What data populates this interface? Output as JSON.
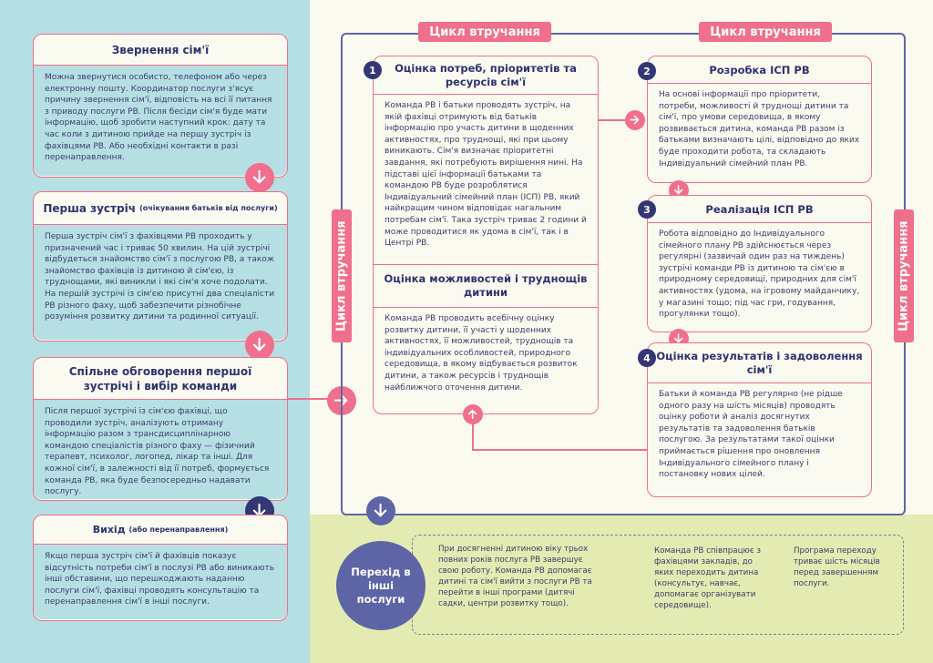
{
  "colors": {
    "pink": "#ef6f8d",
    "navy": "#333775",
    "blue": "#5e65a6",
    "cyan": "#b6dfe3",
    "lime": "#e3ebb2"
  },
  "left": {
    "card1": {
      "title": "Звернення сім'ї",
      "body": "Можна звернутися особисто, телефоном або через електронну пошту. Координатор послуги з'ясує причину звернення сім'ї, відповість на всі її питання з приводу послуги РВ. Після бесіди сім'я буде мати інформацію, щоб зробити наступний крок: дату та час коли з дитиною прийде на першу зустріч із фахівцями РВ. Або необхідні контакти в разі перенаправлення."
    },
    "card2": {
      "title": "Перша зустріч",
      "subtitle": "(очікування батьків від послуги)",
      "body": "Перша зустріч сім'ї з фахівцями РВ проходить у призначений час і триває 50 хвилин. На цій зустрічі відбудеться знайомство сім'ї з послугою РВ, а також знайомство фахівців із дитиною й сім'єю, із труднощами, які виникли і які сім'я хоче подолати. На першій зустрічі із сім'єю присутні два спеціалісти РВ різного фаху, щоб забезпечити різнобічне розуміння розвитку дитини та родинної ситуації."
    },
    "card3": {
      "title": "Спільне обговорення першої зустрічі і вибір команди",
      "body": "Після першої зустрічі із сім'єю фахівці, що проводили зустріч, аналізують отриману інформацію разом з трансдисциплінарною командою спеціалістів різного фаху — фізичний терапевт, психолог, логопед, лікар та інші. Для кожної сім'ї, в залежності від її потреб, формується команда РВ, яка буде безпосередньо надавати послугу."
    },
    "card4": {
      "title": "Вихід",
      "subtitle": "(або перенаправлення)",
      "body": "Якщо перша зустріч сім'ї й фахівців показує відсутність потреби сім'ї в послузі РВ або виникають інші обставини, що перешкоджають наданню послуги сім'ї, фахівці проводять консультацію та перенаправлення сім'ї в інші послуги."
    }
  },
  "tags": {
    "top_left": "Цикл втручання",
    "top_right": "Цикл втручання",
    "side_left": "Цикл втручання",
    "side_right": "Цикл втручання"
  },
  "steps": {
    "s1": {
      "num": "1",
      "title": "Оцінка потреб, пріоритетів та ресурсів сім'ї",
      "body": "Команда РВ і батьки проводять зустріч, на якій фахівці отримують від батьків інформацію про участь дитини в щоденних активностях, про труднощі, які при цьому виникають. Сім'я визначає пріоритетні завдання, які потребують вирішення нині. На підставі цієї інформації батьками та командою РВ буде розроблятися Індивідуальний сімейний план (ІСП) РВ, який найкращим чином відповідає нагальним потребам сім'ї. Така зустріч триває 2 години й може проводитися як удома в сім'ї, так і в Центрі РВ.",
      "title2": "Оцінка можливостей і труднощів дитини",
      "body2": "Команда РВ проводить всебічну оцінку розвитку дитини, її участі у щоденних активностях, її можливостей, труднощів та індивідуальних особливостей, природного середовища, в якому відбувається розвиток дитини, а також ресурсів і труднощів найближчого оточення дитини."
    },
    "s2": {
      "num": "2",
      "title": "Розробка ІСП РВ",
      "body": "На основі інформації про пріоритети, потреби, можливості й труднощі дитини та сім'ї, про умови середовища, в якому розвивається дитина, команда РВ разом із батьками визначають цілі, відповідно до яких буде проходити робота, та складають Індивідуальний сімейний план РВ."
    },
    "s3": {
      "num": "3",
      "title": "Реалізація ІСП РВ",
      "body": "Робота відповідно до Індивідуального сімейного плану РВ здійснюється через регулярні (зазвичай один раз на тиждень) зустрічі команди РВ із дитиною та сім'єю в природному середовищі, природних для сім'ї активностях (удома, на ігровому майданчику, у магазині тощо; під час гри, годування, прогулянки тощо)."
    },
    "s4": {
      "num": "4",
      "title": "Оцінка результатів і задоволення сім'ї",
      "body": "Батьки й команда РВ регулярно (не рідше одного разу на шість місяців) проводять оцінку роботи й аналіз досягнутих результатів та задоволення батьків послугою. За результатами такої оцінки приймається рішення про оновлення Індивідуального сімейного плану і постановку нових цілей."
    }
  },
  "bottom": {
    "circle": "Перехід в інші послуги",
    "col1": "При досягненні дитиною віку трьох повних років послуга РВ завершує свою роботу. Команда РВ допомагає дитині та сім'ї вийти з послуги РВ та перейти в інші програми (дитячі садки, центри розвитку тощо).",
    "col2": "Команда РВ співпрацює з фахівцями закладів, до яких переходить дитина (консультує, навчає, допомагає організувати середовище).",
    "col3": "Програма переходу триває шість місяців перед завершенням послуги."
  },
  "icons": {
    "arrow": "arrow-icon"
  }
}
